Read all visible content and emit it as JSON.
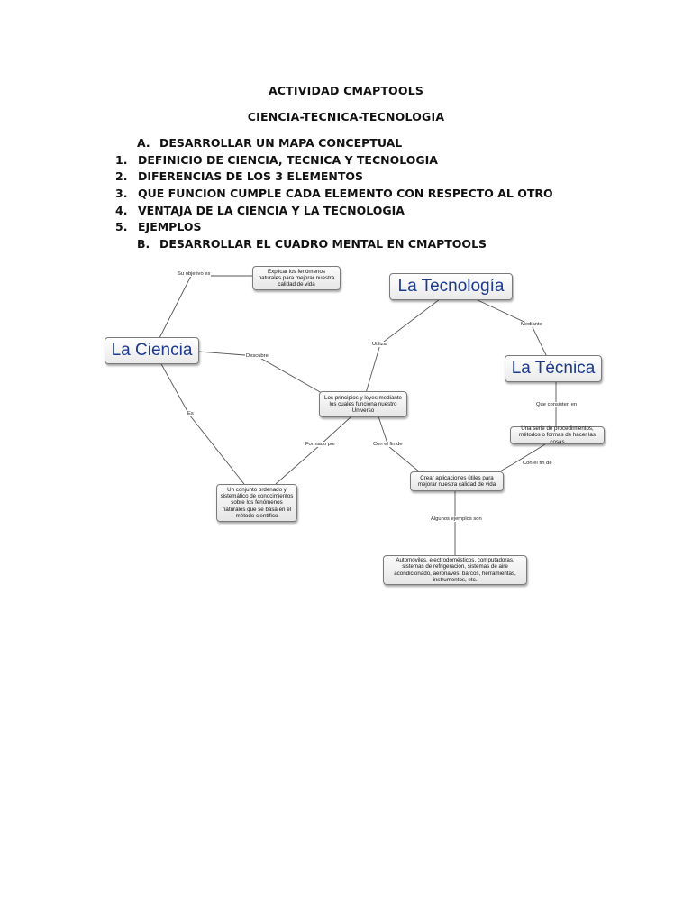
{
  "document": {
    "title": "ACTIVIDAD CMAPTOOLS",
    "subtitle": "CIENCIA-TECNICA-TECNOLOGIA",
    "items": [
      {
        "marker": "A.",
        "text": "DESARROLLAR UN MAPA CONCEPTUAL"
      },
      {
        "marker": "1.",
        "text": "DEFINICIO DE CIENCIA, TECNICA Y TECNOLOGIA"
      },
      {
        "marker": "2.",
        "text": "DIFERENCIAS DE LOS 3 ELEMENTOS"
      },
      {
        "marker": "3.",
        "text": "QUE FUNCION CUMPLE CADA ELEMENTO CON RESPECTO AL OTRO"
      },
      {
        "marker": "4.",
        "text": "VENTAJA DE LA CIENCIA Y LA TECNOLOGIA"
      },
      {
        "marker": "5.",
        "text": "EJEMPLOS"
      },
      {
        "marker": "B.",
        "text": "DESARROLLAR EL CUADRO MENTAL EN CMAPTOOLS"
      }
    ]
  },
  "concept_map": {
    "nodes": {
      "ciencia": "La Ciencia",
      "tecnologia": "La Tecnología",
      "tecnica": "La Técnica",
      "explicar": "Explicar los fenómenos naturales para mejorar nuestra calidad de vida",
      "principios": "Los principios y leyes mediante los cuales funciona nuestro Universo",
      "conjunto": "Un conjunto ordenado y sistemático de conocimientos sobre los fenómenos naturales que se basa en el método científico",
      "serie": "Una serie de procedimientos, métodos o formas de hacer las cosas",
      "crear": "Crear aplicaciones útiles para mejorar nuestra calidad de vida",
      "automoviles": "Automóviles, electrodomésticos, computadoras, sistemas de refrigeración, sistemas de aire acondicionado, aeronaves, barcos, herramientas, instrumentos, etc."
    },
    "links": {
      "su_objetivo": "Su objetivo es",
      "descubre": "Descubre",
      "es": "Es",
      "formado_por": "Formado por",
      "utiliza": "Utiliza",
      "mediante": "Mediante",
      "que_consisten": "Que consisten en",
      "con_el_fin_1": "Con el fin de",
      "con_el_fin_2": "Con el fin de",
      "algunos_ejemplos": "Algunos ejemplos son"
    },
    "colors": {
      "big_text": "#1c3a8f",
      "line": "#555555",
      "background": "#ffffff"
    }
  }
}
